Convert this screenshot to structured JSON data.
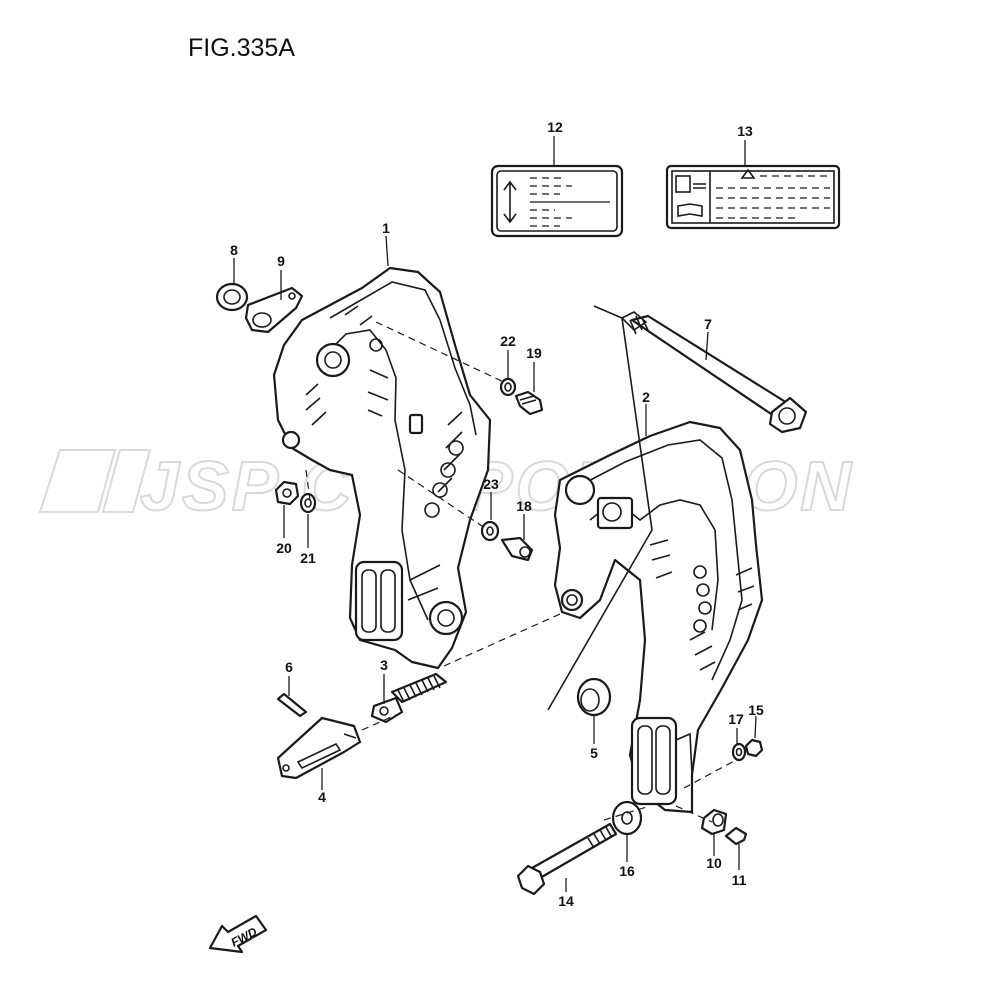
{
  "figure": {
    "title": "FIG.335A"
  },
  "watermark": {
    "text": "JSP CORPORATION"
  },
  "direction_arrow": {
    "label": "FWD"
  },
  "callouts": {
    "c1": "1",
    "c2": "2",
    "c3": "3",
    "c4": "4",
    "c5": "5",
    "c6": "6",
    "c7": "7",
    "c8": "8",
    "c9": "9",
    "c10": "10",
    "c11": "11",
    "c12": "12",
    "c13": "13",
    "c14": "14",
    "c15": "15",
    "c16": "16",
    "c17": "17",
    "c18": "18",
    "c19": "19",
    "c20": "20",
    "c21": "21",
    "c22": "22",
    "c23": "23"
  }
}
